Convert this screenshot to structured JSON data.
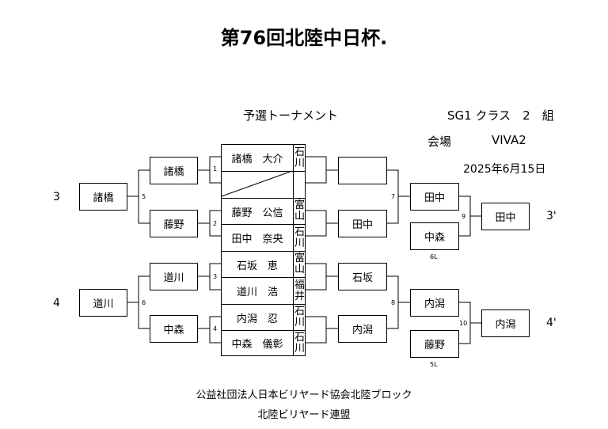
{
  "title": "第76回北陸中日杯.",
  "subtitle": "予選トーナメント",
  "class_label": "SG1 クラス　2　組",
  "venue_label": "会場",
  "venue": "VIVA2",
  "date": "2025年6月15日",
  "center_table": [
    {
      "name": "諸橋　大介",
      "pref": [
        "石",
        "川"
      ]
    },
    {
      "name": "",
      "pref": [
        "",
        ""
      ]
    },
    {
      "name": "藤野　公信",
      "pref": [
        "富",
        "山"
      ]
    },
    {
      "name": "田中　奈央",
      "pref": [
        "石",
        "川"
      ]
    },
    {
      "name": "石坂　恵",
      "pref": [
        "富",
        "山"
      ]
    },
    {
      "name": "道川　浩",
      "pref": [
        "福",
        "井"
      ]
    },
    {
      "name": "内潟　忍",
      "pref": [
        "石",
        "川"
      ]
    },
    {
      "name": "中森　儀彰",
      "pref": [
        "石",
        "川"
      ]
    }
  ],
  "left_bracket": {
    "round1": [
      "諸橋",
      "藤野",
      "道川",
      "中森"
    ],
    "final": [
      "諸橋",
      "道川"
    ],
    "match_numbers": [
      "1",
      "2",
      "3",
      "4",
      "5",
      "6"
    ],
    "seeds": [
      "3",
      "4"
    ]
  },
  "right_bracket": {
    "round1": [
      "",
      "田中",
      "石坂",
      "内潟"
    ],
    "round2": [
      "田中",
      "中森",
      "内潟",
      "藤野"
    ],
    "final": [
      "田中",
      "内潟"
    ],
    "match_numbers": [
      "7",
      "8",
      "9",
      "10"
    ],
    "seeds": [
      "3'",
      "4'"
    ],
    "loser_notes": [
      "6L",
      "5L"
    ]
  },
  "footer": {
    "line1": "公益社団法人日本ビリヤード協会北陸ブロック",
    "line2": "北陸ビリヤード連盟"
  }
}
